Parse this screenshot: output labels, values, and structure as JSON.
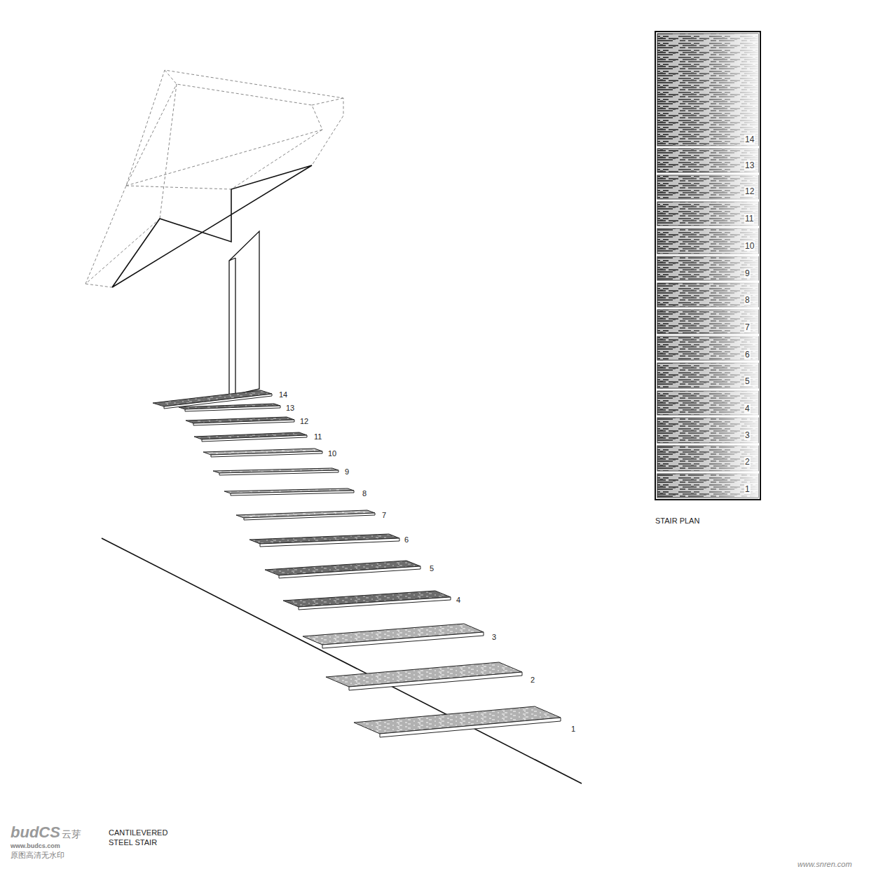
{
  "diagram": {
    "caption": "CANTILEVERED STEEL STAIR",
    "labels": [
      "14",
      "13",
      "12",
      "11",
      "10",
      "9",
      "8",
      "7",
      "6",
      "5",
      "4",
      "3",
      "2",
      "1",
      "STAIR PLAN",
      "14",
      "13",
      "12",
      "11",
      "10",
      "9",
      "8",
      "7",
      "6",
      "5",
      "4",
      "3",
      "2",
      "1",
      "budCS",
      "云芽",
      "www.budcs.com",
      "原图高清无水印",
      "www.snren.com"
    ]
  }
}
